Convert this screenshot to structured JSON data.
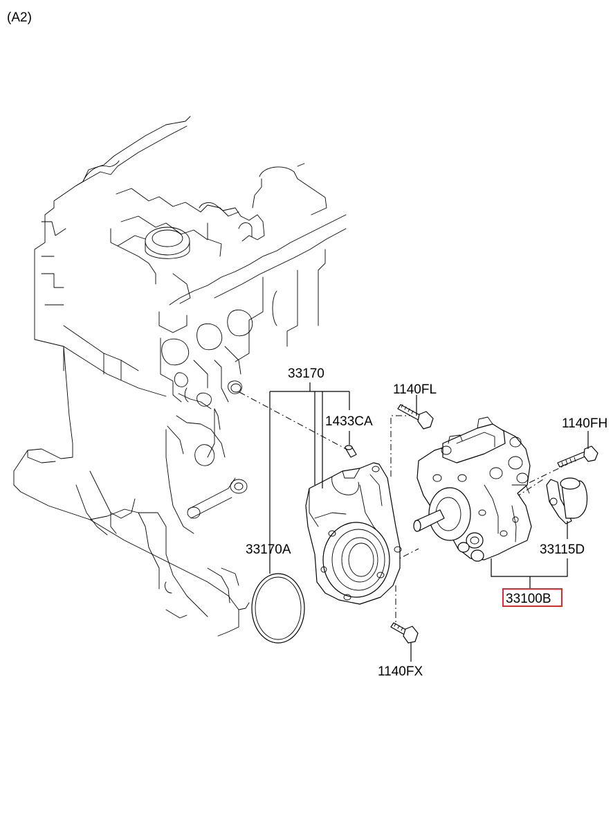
{
  "view_label": "(A2)",
  "colors": {
    "line": "#000000",
    "highlight": "#e8262a",
    "background": "#ffffff"
  },
  "labels": {
    "p33170": "33170",
    "p1433CA": "1433CA",
    "p1140FL": "1140FL",
    "p1140FH": "1140FH",
    "p33170A": "33170A",
    "p33115D": "33115D",
    "p33100B": "33100B",
    "p1140FX": "1140FX"
  }
}
